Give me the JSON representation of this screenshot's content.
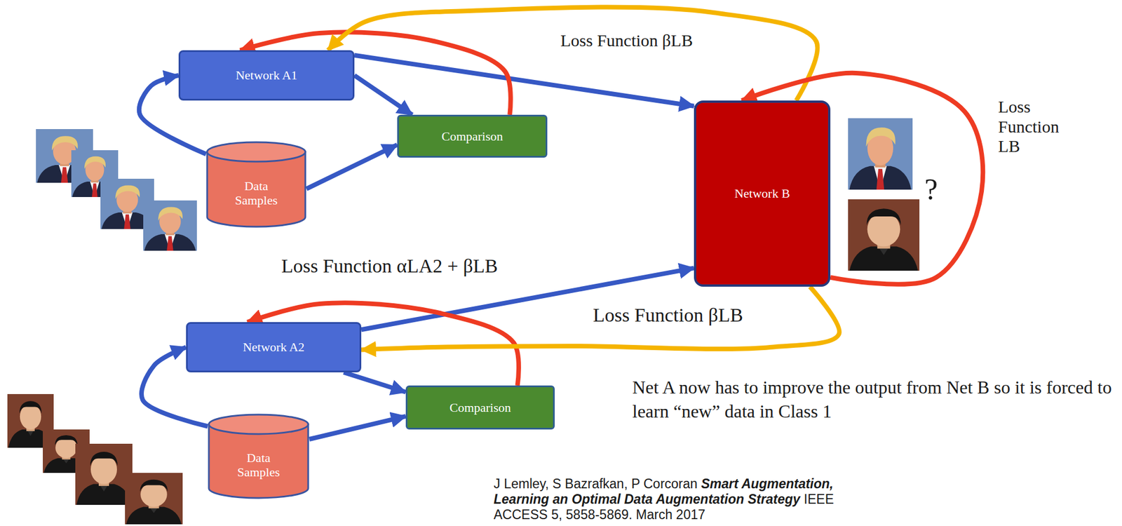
{
  "diagram": {
    "nodes": [
      {
        "text": [
          "Network A1"
        ]
      },
      {
        "text": [
          "Comparison"
        ]
      },
      {
        "text": [
          "Data Samples"
        ]
      },
      {
        "text": [
          "Network B"
        ]
      },
      {
        "text": [
          "Network A2"
        ]
      },
      {
        "text": [
          "Comparison"
        ]
      },
      {
        "text": [
          "Data Samples"
        ]
      }
    ],
    "edges": [
      {
        "from": 0,
        "to": 1,
        "arrow": "to"
      },
      {
        "from": 2,
        "to": 1,
        "arrow": "to"
      },
      {
        "from": 2,
        "to": 0,
        "arrow": "to"
      },
      {
        "from": 0,
        "to": 3,
        "arrow": "to"
      },
      {
        "from": 1,
        "to": 0,
        "arrow": "to"
      },
      {
        "from": 3,
        "to": 0,
        "arrow": "to",
        "label": "Loss Function βLB"
      },
      {
        "from": 3,
        "to": 3,
        "arrow": "to",
        "label": "Loss Function LB"
      },
      {
        "from": 4,
        "to": 5,
        "arrow": "to"
      },
      {
        "from": 6,
        "to": 5,
        "arrow": "to"
      },
      {
        "from": 6,
        "to": 4,
        "arrow": "to"
      },
      {
        "from": 4,
        "to": 3,
        "arrow": "to"
      },
      {
        "from": 5,
        "to": 4,
        "arrow": "to",
        "label": "Loss Function αLA2 + βLB"
      },
      {
        "from": 3,
        "to": 4,
        "arrow": "to",
        "label": "Loss Function βLB"
      }
    ],
    "labels": [
      "?",
      "Net A now has to improve the output from Net B so it is forced to learn “new” data in Class 1",
      "J Lemley, S Bazrafkan, P Corcoran",
      "Smart Augmentation, Learning an Optimal Data Augmentation Strategy",
      "IEEE ACCESS 5, 5858-5869. March 2017"
    ]
  }
}
